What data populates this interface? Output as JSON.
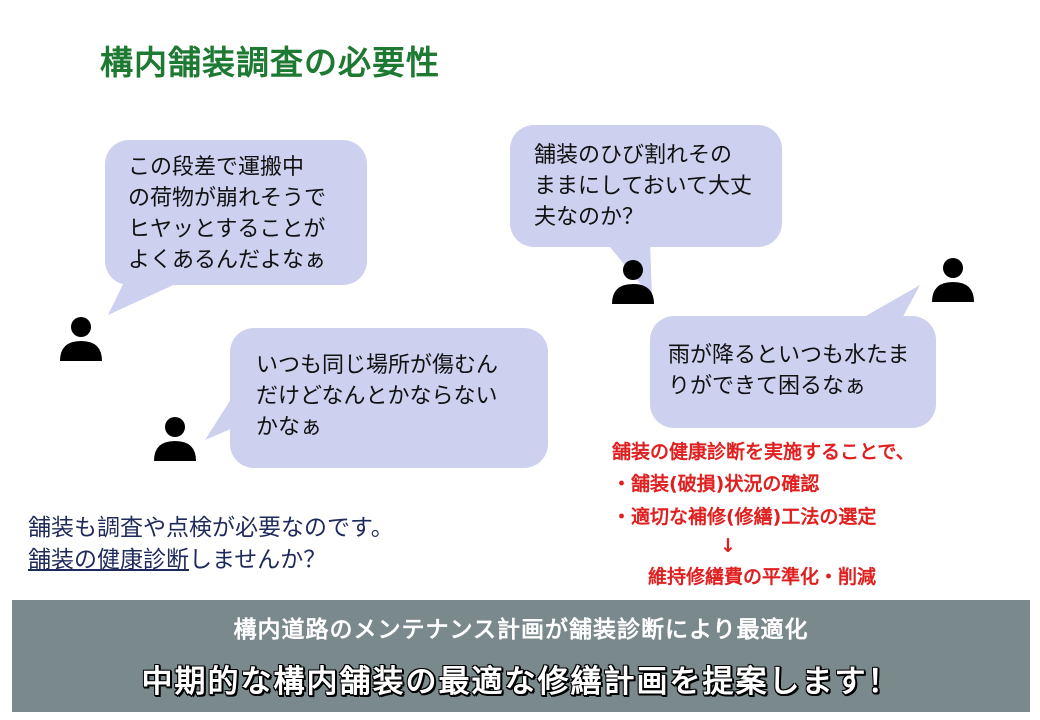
{
  "title": "構内舗装調査の必要性",
  "bubbles": {
    "b1": [
      "この段差で運搬中",
      "の荷物が崩れそうで",
      "ヒヤッとすることが",
      "よくあるんだよなぁ"
    ],
    "b2": [
      "いつも同じ場所が傷むん",
      "だけどなんとかならない",
      "かなぁ"
    ],
    "b3": [
      "舗装のひび割れその",
      "ままにしておいて大丈",
      "夫なのか？"
    ],
    "b4": [
      "雨が降るといつも水たま",
      "りができて困るなぁ"
    ]
  },
  "red": {
    "line1": "舗装の健康診断を実施することで、",
    "line2": "・舗装(破損)状況の確認",
    "line3": "・適切な補修(修繕)工法の選定",
    "arrow": "↓",
    "line4": "維持修繕費の平準化・削減"
  },
  "blue": {
    "line1": "舗装も調査や点検が必要なのです。",
    "line2_ul": "舗装の健康診断",
    "line2_rest": "しませんか？"
  },
  "footer": {
    "line1": "構内道路のメンテナンス計画が舗装診断により最適化",
    "line2": "中期的な構内舗装の最適な修繕計画を提案します！"
  },
  "colors": {
    "title": "#1e7a32",
    "bubble": "#cdd0ee",
    "red": "#e02020",
    "blue": "#1f2a5c",
    "footer": "#7a8a8c"
  }
}
